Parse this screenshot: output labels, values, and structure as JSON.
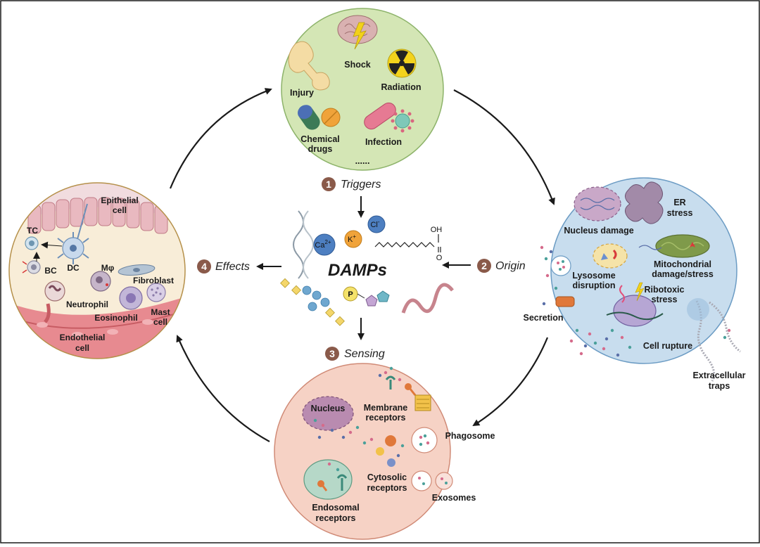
{
  "center": {
    "title": "DAMPs"
  },
  "steps": {
    "s1": {
      "num": "1",
      "label": "Triggers"
    },
    "s2": {
      "num": "2",
      "label": "Origin"
    },
    "s3": {
      "num": "3",
      "label": "Sensing"
    },
    "s4": {
      "num": "4",
      "label": "Effects"
    }
  },
  "triggers": {
    "injury": "Injury",
    "shock": "Shock",
    "radiation": "Radiation",
    "chemical_1": "Chemical",
    "chemical_2": "drugs",
    "infection": "Infection",
    "ellipsis": "......"
  },
  "origin": {
    "nucleus_damage": "Nucleus damage",
    "er_1": "ER",
    "er_2": "stress",
    "lysosome_1": "Lysosome",
    "lysosome_2": "disruption",
    "mito_1": "Mitochondrial",
    "mito_2": "damage/stress",
    "ribo_1": "Ribotoxic",
    "ribo_2": "stress",
    "secretion": "Secretion",
    "cell_rupture": "Cell rupture",
    "traps_1": "Extracellular",
    "traps_2": "traps"
  },
  "sensing": {
    "nucleus": "Nucleus",
    "membrane_1": "Membrane",
    "membrane_2": "receptors",
    "phagosome": "Phagosome",
    "cytosolic_1": "Cytosolic",
    "cytosolic_2": "receptors",
    "exosomes": "Exosomes",
    "endosomal_1": "Endosomal",
    "endosomal_2": "receptors"
  },
  "effects": {
    "epithelial_1": "Epithelial",
    "epithelial_2": "cell",
    "tc": "TC",
    "dc": "DC",
    "bc": "BC",
    "mphi": "Mφ",
    "fibroblast": "Fibroblast",
    "neutrophil": "Neutrophil",
    "eosinophil": "Eosinophil",
    "mast_1": "Mast",
    "mast_2": "cell",
    "endothelial_1": "Endothelial",
    "endothelial_2": "cell"
  },
  "molecules": {
    "ca": "Ca",
    "ca_sup": "2+",
    "k": "K",
    "k_sup": "+",
    "cl": "Cl",
    "cl_sup": "-",
    "oh": "OH",
    "o": "O",
    "p": "P"
  },
  "colors": {
    "triggers_fill": "#d4e6b5",
    "origin_fill": "#c8ddee",
    "sensing_fill": "#f6d2c5",
    "effects_fill": "#f8edd8",
    "step_badge": "#8a5a4a",
    "arrow": "#1a1a1a"
  }
}
